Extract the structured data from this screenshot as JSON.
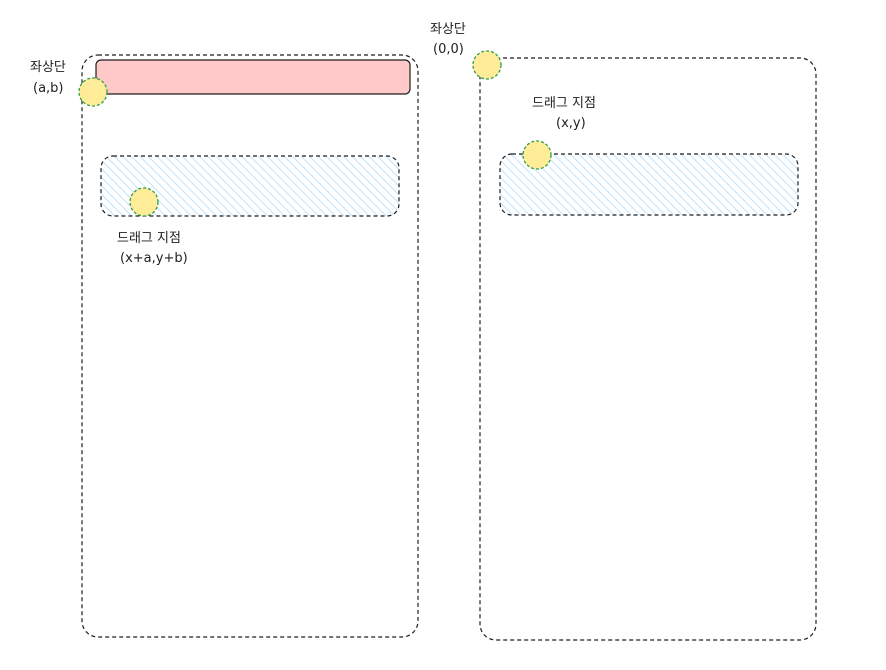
{
  "left_panel": {
    "corner_label": "좌상단",
    "corner_coords": "(a,b)",
    "drag_label": "드래그 지점",
    "drag_coords": "(x+a,y+b)"
  },
  "right_panel": {
    "corner_label": "좌상단",
    "corner_coords": "(0,0)",
    "drag_label": "드래그 지점",
    "drag_coords": "(x,y)"
  },
  "colors": {
    "dashed_stroke": "#1e1e1e",
    "red_fill": "#ffc9c9",
    "blue_hatch": "#a5d8ff",
    "marker_fill": "#ffec99",
    "marker_stroke": "#2f9e44"
  }
}
